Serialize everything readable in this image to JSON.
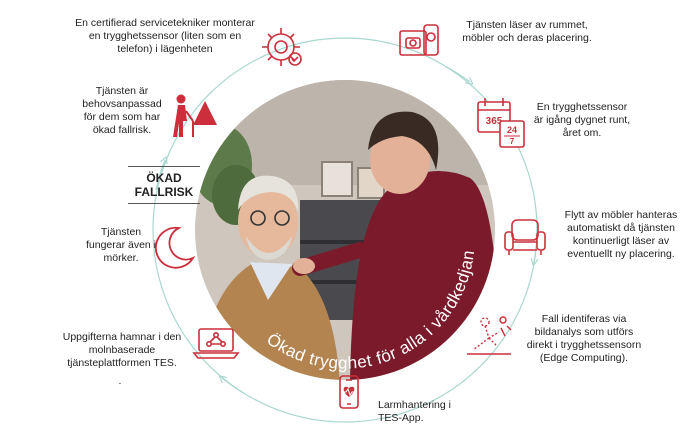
{
  "steps": {
    "install": "En certifierad servicetekniker monterar en trygghetssensor (liten som en telefon) i lägenheten",
    "read_room": "Tjänsten läser av rummet, möbler och deras placering.",
    "always_on": "En trygghetssensor är igång dygnet runt, året om.",
    "furniture": "Flytt av möbler hanteras automatiskt då tjänsten kontinuerligt läser av eventuellt ny placering.",
    "fall_detect": "Fall identiferas via bildanalys som utförs direkt i trygghetssensorn (Edge Computing).",
    "alarm": "Larmhantering i TES-App.",
    "cloud": "Uppgifterna hamnar i den molnbaserade tjänsteplattformen TES.",
    "darkness": "Tjänsten fungerar även i mörker.",
    "adapted": "Tjänsten är behovsanpassad för dem som har ökad fallrisk."
  },
  "badge": {
    "line1": "ÖKAD",
    "line2": "FALLRISK"
  },
  "photo_caption": "Ökad trygghet för alla i vårdkedjan",
  "calendar": {
    "days": "365",
    "hours": "24",
    "week": "7"
  },
  "trailing_dot": ".",
  "colors": {
    "accent": "#cc2f3b",
    "ring": "#a9d7cf",
    "maroon": "#7a1a2a"
  },
  "icons": [
    "gear-wrench-icon",
    "camera-sensor-icon",
    "calendar-icon",
    "armchair-icon",
    "falling-person-icon",
    "phone-heart-icon",
    "laptop-network-icon",
    "moon-icon",
    "person-cane-warning-icon"
  ]
}
